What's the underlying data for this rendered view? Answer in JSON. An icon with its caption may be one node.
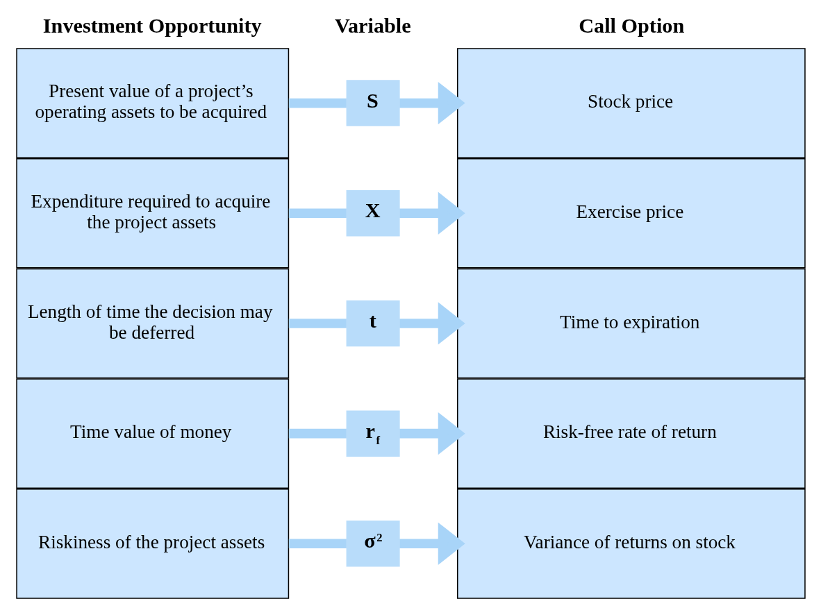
{
  "diagram": {
    "nodes": [
      {
        "text": [
          "Present value of a project’s operating assets to be acquired"
        ]
      },
      {
        "text": [
          "S"
        ]
      },
      {
        "text": [
          "Stock price"
        ]
      },
      {
        "text": [
          "Expenditure required to acquire the project assets"
        ]
      },
      {
        "text": [
          "X"
        ]
      },
      {
        "text": [
          "Exercise price"
        ]
      },
      {
        "text": [
          "Length of time the decision may be deferred"
        ]
      },
      {
        "text": [
          "t"
        ]
      },
      {
        "text": [
          "Time to expiration"
        ]
      },
      {
        "text": [
          "Time value of money"
        ]
      },
      {
        "text": [
          "r$_{f}$"
        ]
      },
      {
        "text": [
          "Risk-free rate of return"
        ]
      },
      {
        "text": [
          "Riskiness of the project assets"
        ]
      },
      {
        "text": [
          "σ$^{2}$"
        ]
      },
      {
        "text": [
          "Variance of returns on stock"
        ]
      }
    ],
    "edges": [
      {
        "from": 0,
        "to": 1,
        "arrow": "none"
      },
      {
        "from": 1,
        "to": 2,
        "arrow": "to"
      },
      {
        "from": 3,
        "to": 4,
        "arrow": "none"
      },
      {
        "from": 4,
        "to": 5,
        "arrow": "to"
      },
      {
        "from": 6,
        "to": 7,
        "arrow": "none"
      },
      {
        "from": 7,
        "to": 8,
        "arrow": "to"
      },
      {
        "from": 9,
        "to": 10,
        "arrow": "none"
      },
      {
        "from": 10,
        "to": 11,
        "arrow": "to"
      },
      {
        "from": 12,
        "to": 13,
        "arrow": "none"
      },
      {
        "from": 13,
        "to": 14,
        "arrow": "to"
      }
    ],
    "labels": [
      "Investment Opportunity",
      "Variable",
      "Call Option"
    ]
  }
}
